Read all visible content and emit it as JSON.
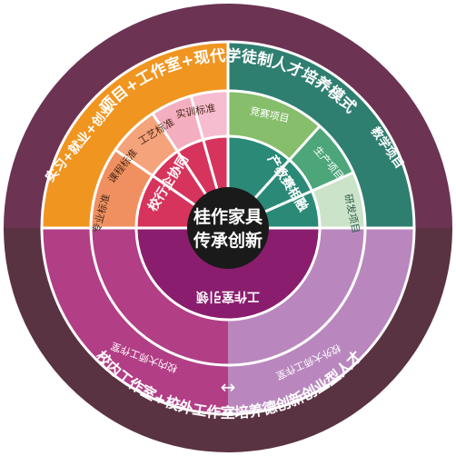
{
  "outer_ring": {
    "top_text": "项目+工作室+现代学徒制人才培养模式",
    "bottom_text": "校内工作室+校外工作室培养德创新创业型人才"
  },
  "quadrants": {
    "top_left": {
      "color": "#F0951F",
      "outer_text": "实习+就业+创业",
      "hub": "校行企协同",
      "bands": [
        "专业标准",
        "课程标准",
        "工艺标准",
        "实训标准"
      ]
    },
    "top_right": {
      "color": "#2F7F71",
      "outer_text": "教学项目",
      "hub": "产教赛相融",
      "bands": [
        "竞赛项目",
        "生产项目",
        "研发项目"
      ]
    },
    "bottom": {
      "hub": "工作室引领",
      "left_label": "校内大师工作室",
      "right_label": "校外大师工作室",
      "arrow": "↔"
    }
  },
  "center": {
    "line1": "桂作家具",
    "line2": "传承创新"
  },
  "colors": {
    "outer_top": "#6C3352",
    "outer_bottom": "#5A3343",
    "orange": "#F0951F",
    "orange_light": "#F6A45D",
    "teal": "#2F7F71",
    "teal_mid": "#3F9A7E",
    "teal_light": "#7DB76A",
    "magenta": "#B23E86",
    "lilac": "#B987BE",
    "hub_red": "#D6345C",
    "hub_teal": "#2B8A77",
    "hub_purple": "#8A1D6E",
    "center": "#1A1A1A"
  }
}
